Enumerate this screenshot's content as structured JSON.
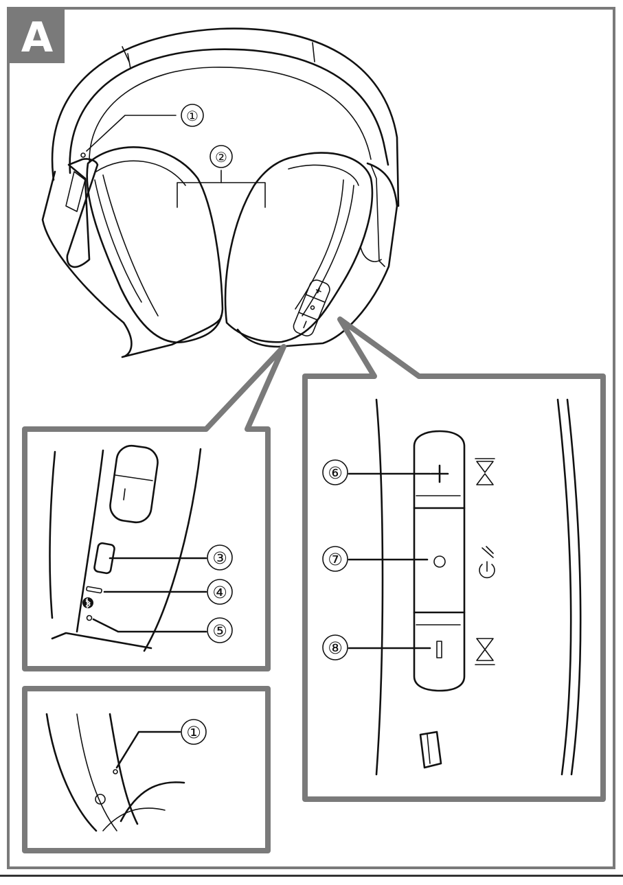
{
  "figure_label": "A",
  "callouts": {
    "c1": "①",
    "c2": "②",
    "c3": "③",
    "c4": "④",
    "c5": "⑤",
    "c6": "⑥",
    "c7": "⑦",
    "c8": "⑧",
    "c1_detail": "①"
  },
  "button_symbols": {
    "plus": "+",
    "minus": "−"
  },
  "colors": {
    "frame": "#7a7a7a",
    "label_box": "#7a7a7a",
    "label_text": "#ffffff",
    "ink": "#111111"
  },
  "icons": [
    "next-track-icon",
    "power-play-icon",
    "previous-track-icon",
    "bluetooth-icon",
    "usb-c-port-icon"
  ]
}
